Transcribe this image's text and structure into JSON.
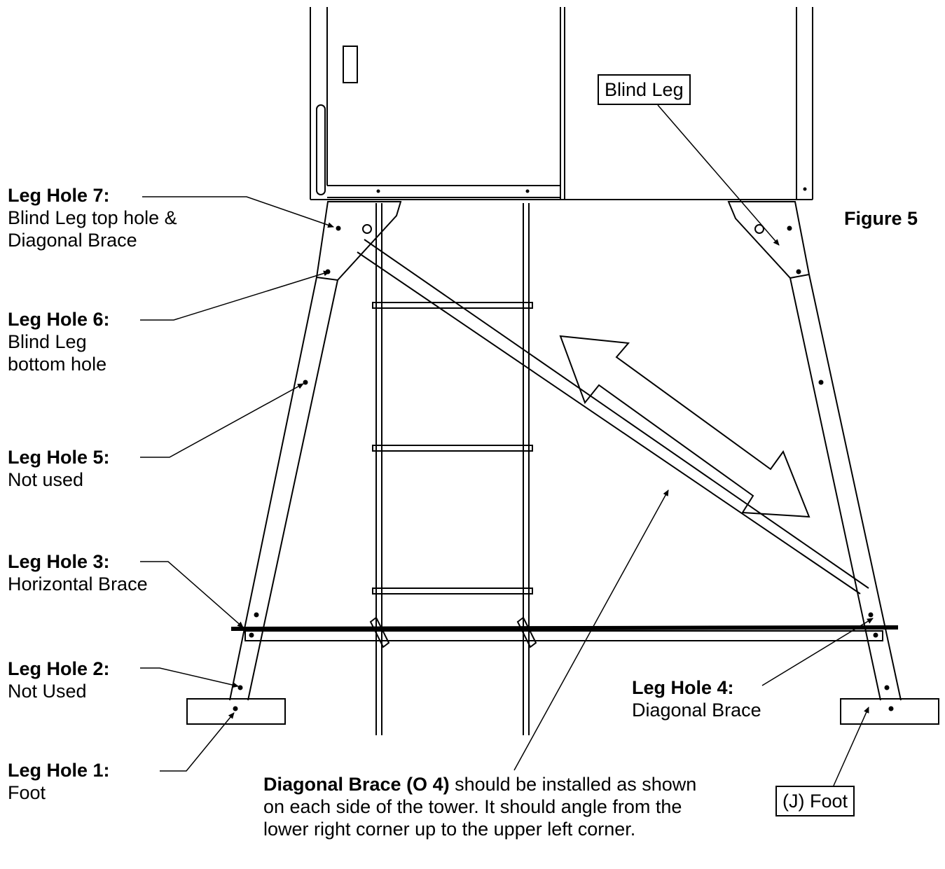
{
  "figure_label": "Figure 5",
  "callouts": {
    "blind_leg": "Blind Leg",
    "j_foot": "(J) Foot"
  },
  "leg_holes": [
    {
      "title": "Leg Hole 7:",
      "lines": [
        "Blind Leg top hole &",
        "Diagonal Brace"
      ]
    },
    {
      "title": "Leg Hole 6:",
      "lines": [
        "Blind Leg",
        "bottom hole"
      ]
    },
    {
      "title": "Leg Hole 5:",
      "lines": [
        "Not used"
      ]
    },
    {
      "title": "Leg Hole 3:",
      "lines": [
        "Horizontal Brace"
      ]
    },
    {
      "title": "Leg Hole 2:",
      "lines": [
        "Not Used"
      ]
    },
    {
      "title": "Leg Hole 1:",
      "lines": [
        "Foot"
      ]
    },
    {
      "title": "Leg Hole 4:",
      "lines": [
        "Diagonal Brace"
      ]
    }
  ],
  "note": {
    "bold": "Diagonal Brace (O 4)",
    "rest": " should be installed as shown on each side of the tower. It should angle from the lower right corner up to the upper left corner."
  }
}
